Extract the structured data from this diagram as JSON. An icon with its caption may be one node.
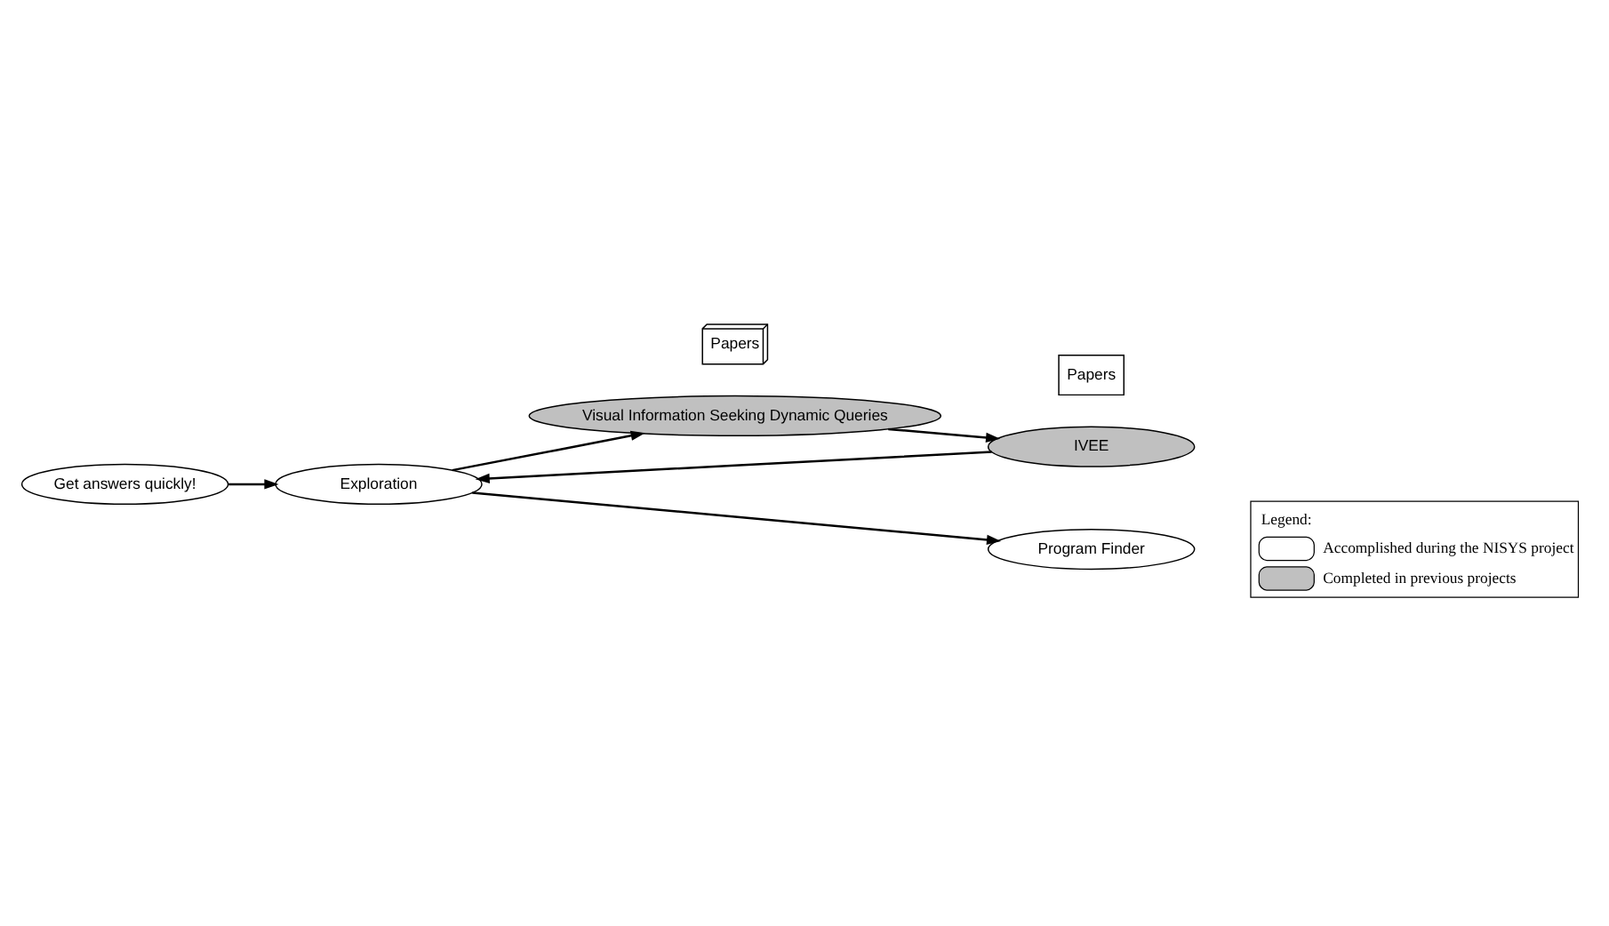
{
  "diagram": {
    "nodes": [
      {
        "text": [
          "Get answers quickly!"
        ]
      },
      {
        "text": [
          "Exploration"
        ]
      },
      {
        "text": [
          "Visual Information Seeking Dynamic Queries"
        ]
      },
      {
        "text": [
          "Papers"
        ]
      },
      {
        "text": [
          "IVEE"
        ]
      },
      {
        "text": [
          "Program Finder"
        ]
      },
      {
        "text": [
          "Papers"
        ]
      }
    ],
    "edges": [
      {
        "from": 0,
        "to": 1,
        "arrow": "to"
      },
      {
        "from": 1,
        "to": 2,
        "arrow": "to"
      },
      {
        "from": 2,
        "to": 4,
        "arrow": "to"
      },
      {
        "from": 4,
        "to": 1,
        "arrow": "to"
      },
      {
        "from": 1,
        "to": 5,
        "arrow": "to"
      }
    ],
    "labels": [
      "Legend:"
    ],
    "legend": [
      {
        "text": "Accomplished during the NISYS project",
        "color": "#ffffff"
      },
      {
        "text": "Completed in previous projects",
        "color": "#c0c0c0"
      }
    ]
  }
}
